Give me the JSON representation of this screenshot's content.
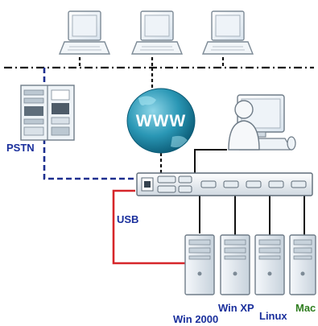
{
  "diagram": {
    "center_label": "WWW",
    "labels": {
      "pstn": "PSTN",
      "usb": "USB",
      "win2000": "Win 2000",
      "winxp": "Win XP",
      "linux": "Linux",
      "mac": "Mac"
    },
    "colors": {
      "label_blue": "#1a2f9c",
      "mac_green": "#2f7d1f",
      "usb_red": "#d6262a",
      "dash_navy": "#1d2f8f",
      "network_black": "#111111",
      "globe_teal": "#1f8aa6"
    },
    "icons": [
      "laptop-icon",
      "rack-server-icon",
      "globe-icon",
      "user-workstation-icon",
      "kvm-switch-icon",
      "tower-pc-icon"
    ]
  }
}
